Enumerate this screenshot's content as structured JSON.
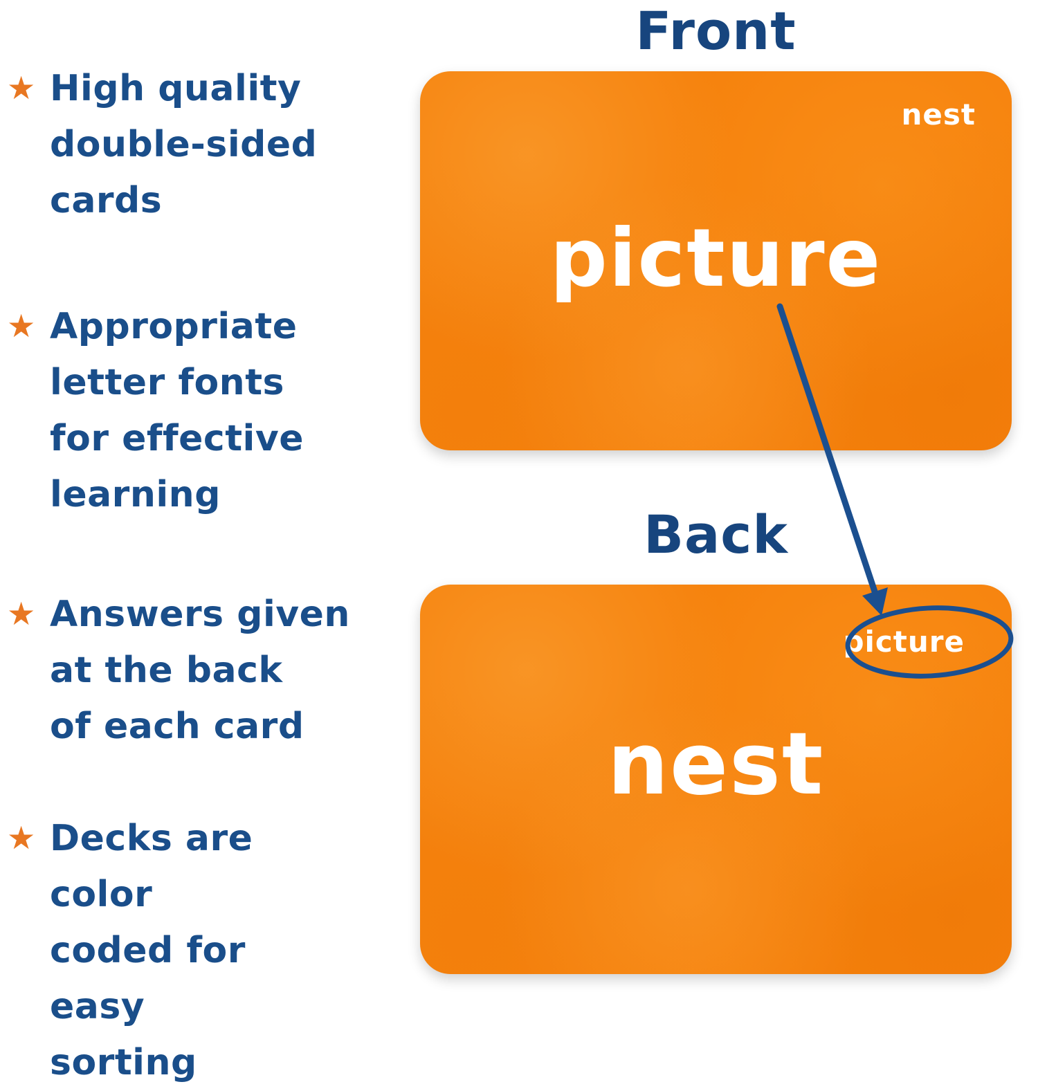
{
  "features": {
    "bullet_glyph": "★",
    "items": [
      {
        "text": "High quality\ndouble-sided\ncards"
      },
      {
        "text": "Appropriate\nletter fonts\nfor effective\nlearning"
      },
      {
        "text": "Answers given\nat the back\nof each card"
      },
      {
        "text": "Decks are color\ncoded for easy\nsorting"
      }
    ]
  },
  "front_section": {
    "title": "Front",
    "card": {
      "corner_label": "nest",
      "main_word": "picture"
    }
  },
  "back_section": {
    "title": "Back",
    "card": {
      "corner_label": "picture",
      "main_word": "nest"
    }
  },
  "colors": {
    "card_orange": "#F6820D",
    "heading_blue": "#17457E",
    "feature_text_blue": "#1A4E8A",
    "star_orange": "#E87722",
    "annotation_blue": "#1B4F8F",
    "card_text_white": "#FFFFFF"
  }
}
